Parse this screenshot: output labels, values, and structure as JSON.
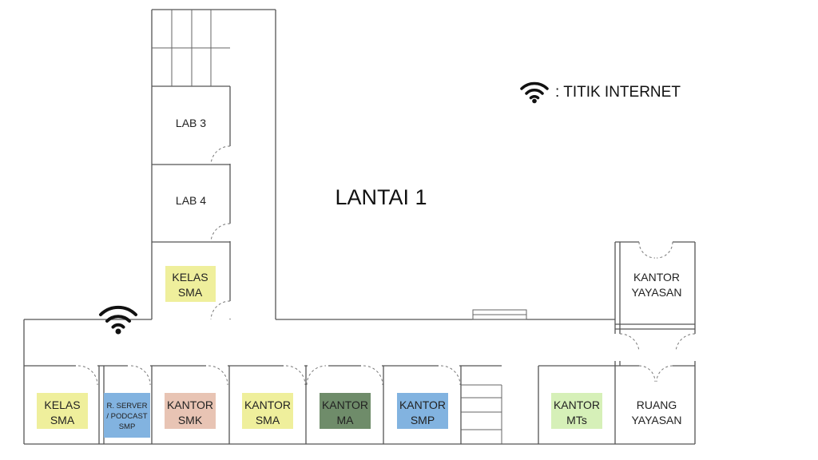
{
  "title": "LANTAI 1",
  "legend": {
    "icon": "wifi-icon",
    "label": ": TITIK INTERNET"
  },
  "colors": {
    "yellow": "#efef9c",
    "blue": "#82b3e0",
    "salmon": "#e8c4b4",
    "green_dark": "#6f8c6a",
    "green_light": "#d6f0b8",
    "wall": "#555555"
  },
  "rooms": {
    "lab3": {
      "line1": "LAB 3"
    },
    "lab4": {
      "line1": "LAB 4"
    },
    "kelas_sma_upper": {
      "line1": "KELAS",
      "line2": "SMA"
    },
    "kelas_sma_lower": {
      "line1": "KELAS",
      "line2": "SMA"
    },
    "server": {
      "line1": "R. SERVER",
      "line2": "/ PODCAST",
      "line3": "SMP"
    },
    "kantor_smk": {
      "line1": "KANTOR",
      "line2": "SMK"
    },
    "kantor_sma": {
      "line1": "KANTOR",
      "line2": "SMA"
    },
    "kantor_ma": {
      "line1": "KANTOR",
      "line2": "MA"
    },
    "kantor_smp": {
      "line1": "KANTOR",
      "line2": "SMP"
    },
    "kantor_mts": {
      "line1": "KANTOR",
      "line2": "MTs"
    },
    "ruang_yayasan": {
      "line1": "RUANG",
      "line2": "YAYASAN"
    },
    "kantor_yayasan": {
      "line1": "KANTOR",
      "line2": "YAYASAN"
    }
  }
}
